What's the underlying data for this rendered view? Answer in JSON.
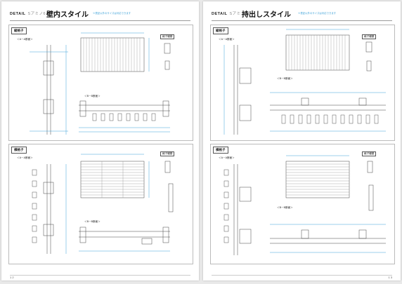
{
  "left": {
    "header": {
      "detail": "DETAIL",
      "detail_sub": "Sアミノ6",
      "title": "壁内スタイル",
      "note": "※表記以外のサイズは対応できます"
    },
    "sections": [
      {
        "label": "縦格子",
        "aa": "＜A－A断面＞",
        "bb": "＜B－B断面＞",
        "spec": "格子種類"
      },
      {
        "label": "横格子",
        "aa": "＜A－A断面＞",
        "bb": "＜B－B断面＞",
        "spec": "格子種類"
      }
    ],
    "page_number": "1 2"
  },
  "right": {
    "header": {
      "detail": "DETAIL",
      "detail_sub": "Sアミノ6",
      "title": "持出しスタイル",
      "note": "※表記以外のサイズは対応できます"
    },
    "sections": [
      {
        "label": "縦格子",
        "aa": "＜A－A断面＞",
        "bb": "＜B－B断面＞",
        "spec": "格子種類"
      },
      {
        "label": "横格子",
        "aa": "＜A－A断面＞",
        "bb": "＜B－B断面＞",
        "spec": "格子種類"
      }
    ],
    "page_number": "1 3"
  }
}
